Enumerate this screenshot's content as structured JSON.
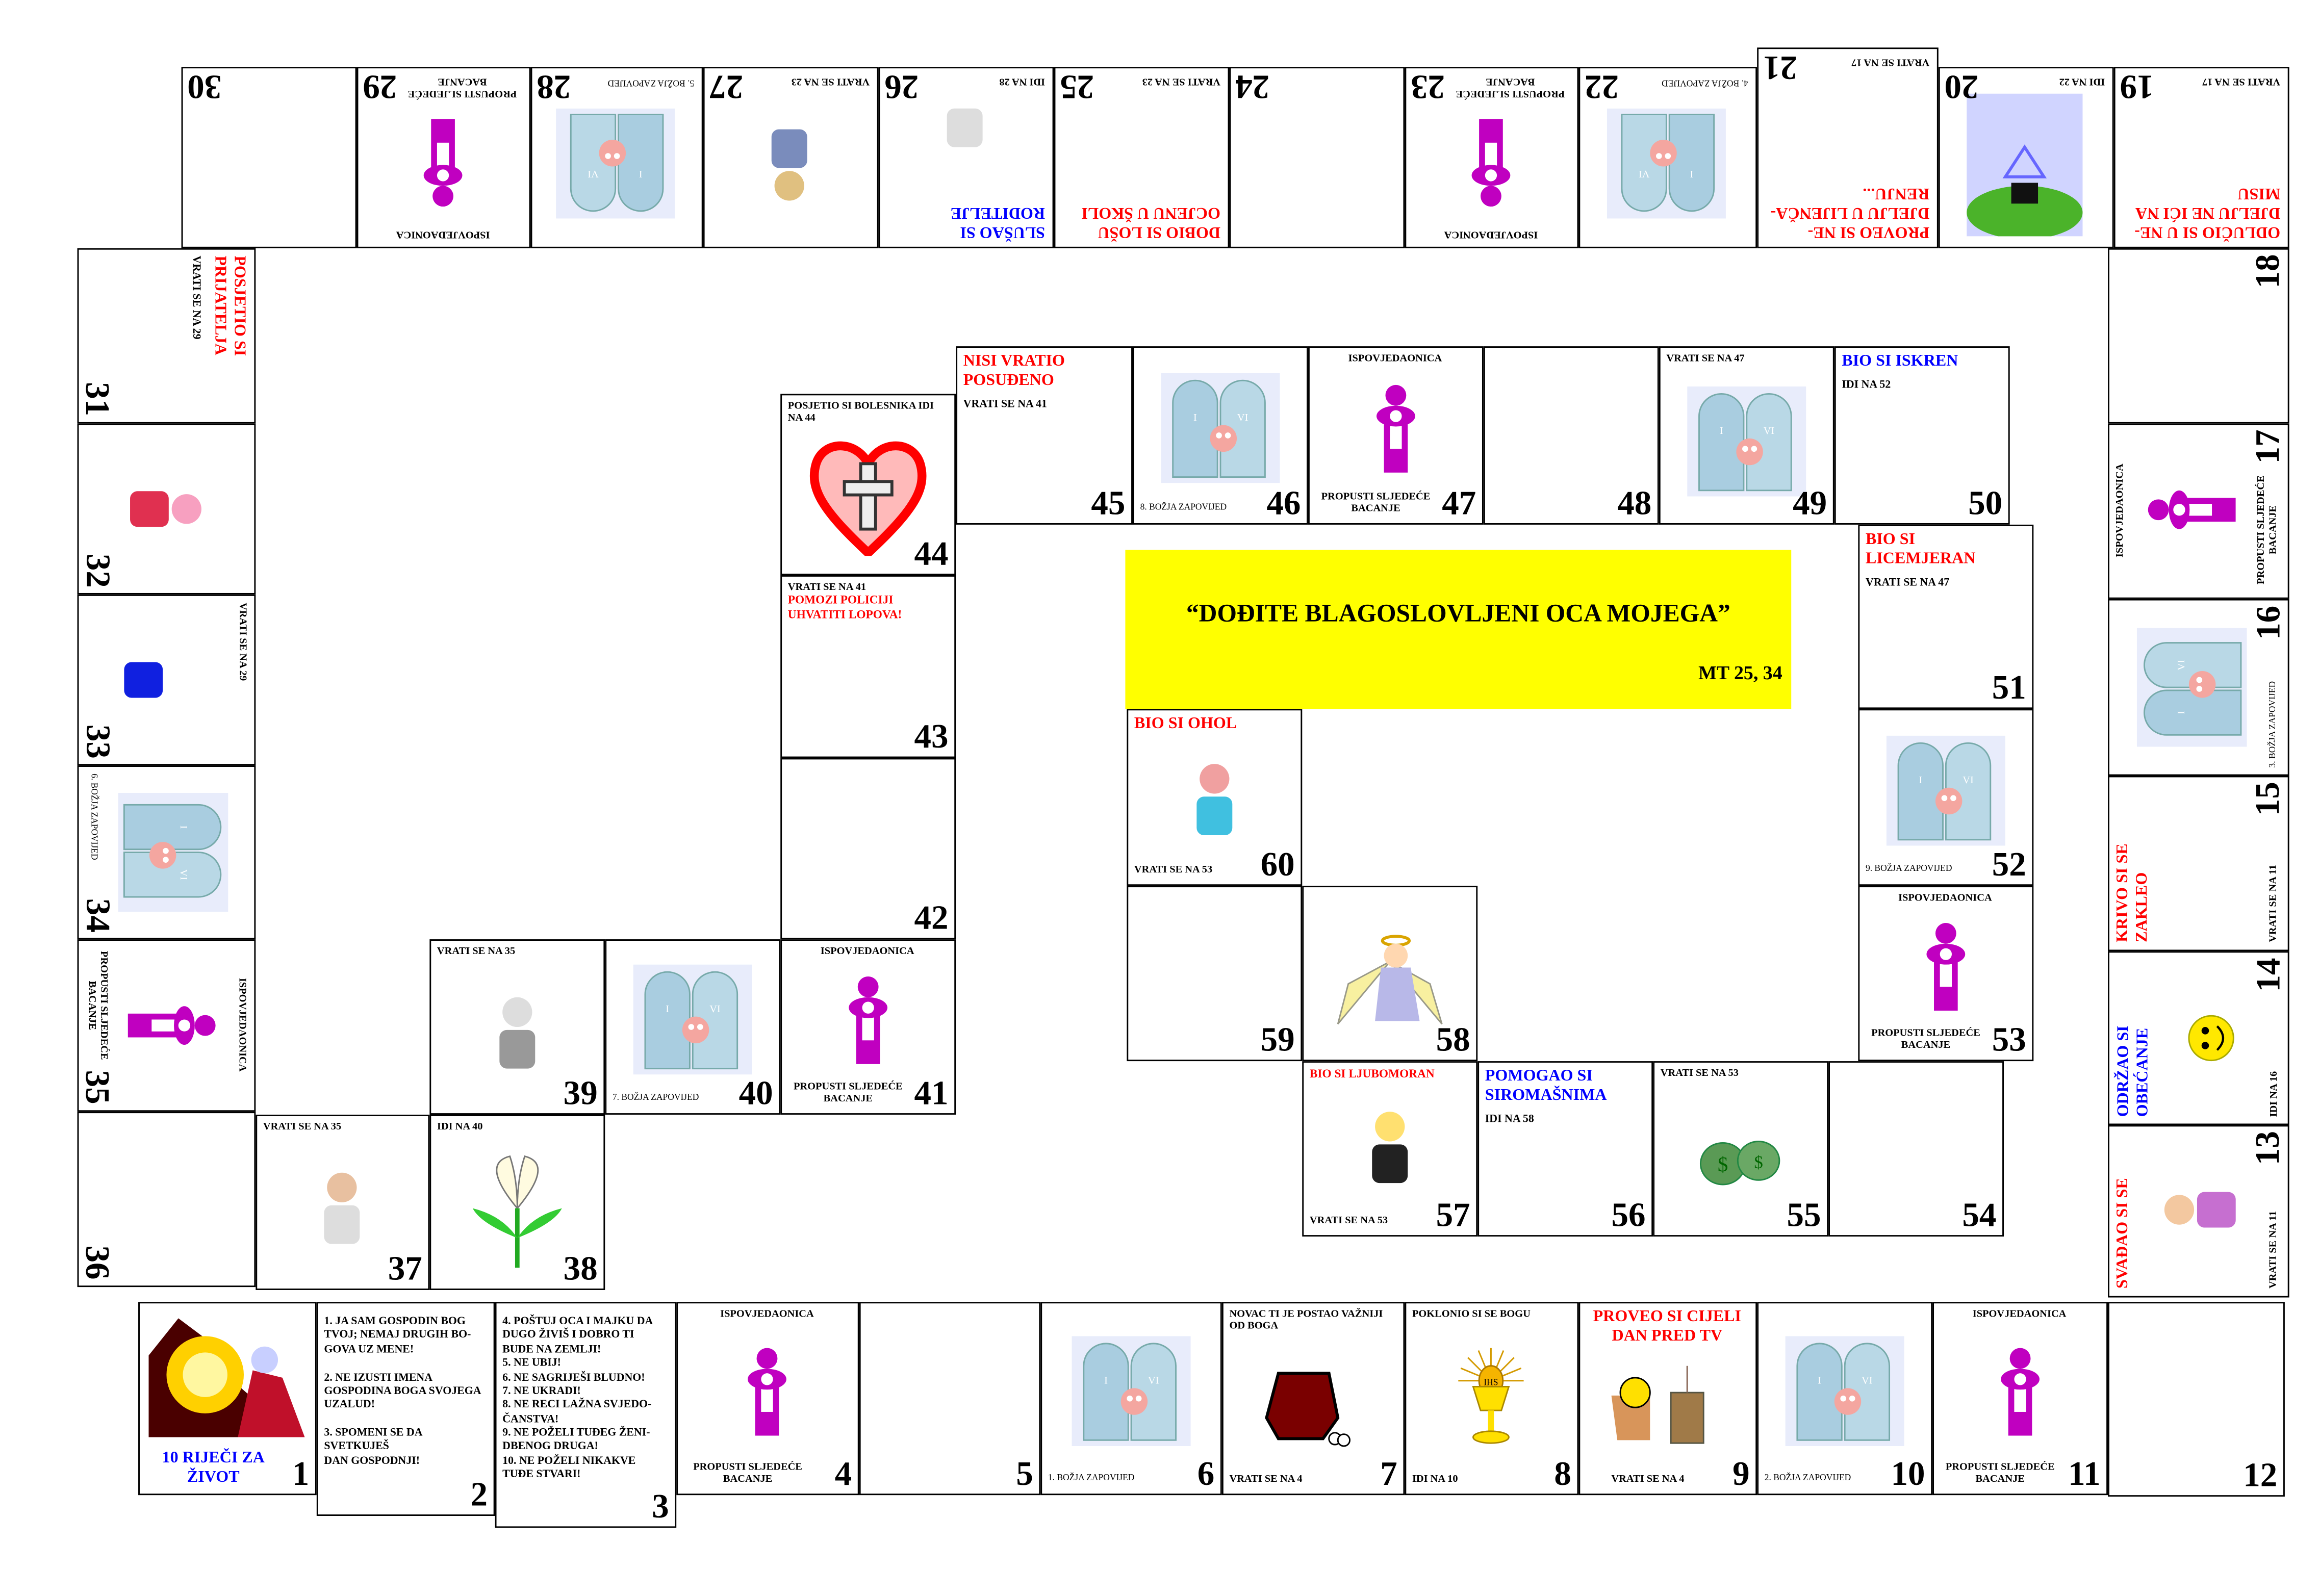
{
  "colors": {
    "red": "#ff0000",
    "blue": "#0000ff",
    "black": "#000000",
    "banner": "#ffff00",
    "confessional": "#c000c0"
  },
  "banner": {
    "quote": "“DOĐITE BLAGOSLOVLJENI OCA MOJEGA”",
    "reference": "MT 25, 34"
  },
  "cells": [
    {
      "n": "1",
      "title": "10 RIJEČI ZA ŽIVOT",
      "color": "blue",
      "icon": "moses-tablets",
      "title_below": true
    },
    {
      "n": "2",
      "mid": "1. JA SAM GOSPODIN BOG TVOJ; NEMAJ DRUGIH BO-GOVA UZ MENE!\n\n2. NE IZUSTI IMENA GOSPODINA BOGA SVOJEGA UZALUD!\n\n3. SPOMENI SE DA SVETKUJEŠ\nDAN GOSPODNJI!"
    },
    {
      "n": "3",
      "mid": "4. POŠTUJ OCA I MAJKU DA DUGO ŽIVIŠ I DOBRO TI BUDE NA ZEMLJI!\n5. NE UBIJ!\n6. NE SAGRIJEŠI BLUDNO!\n7. NE UKRADI!\n8. NE RECI LAŽNA SVJEDO-ČANSTVA!\n9. NE POŽELI TUĐEG ŽENI-DBENOG DRUGA!\n10. NE POŽELI NIKAKVE TUĐE STVARI!"
    },
    {
      "n": "4",
      "top": "ISPOVJEDAONICA",
      "icon": "confessional",
      "caption": "PROPUSTI SLJEDEĆE BACANJE",
      "centered": true
    },
    {
      "n": "5"
    },
    {
      "n": "6",
      "icon": "tablets",
      "caption": "1. BOŽJA ZAPOVIJED"
    },
    {
      "n": "7",
      "top": "NOVAC TI JE POSTAO VAŽNIJI OD BOGA",
      "icon": "purse",
      "caption": "VRATI SE NA 4"
    },
    {
      "n": "8",
      "top": "POKLONIO SI SE BOGU",
      "icon": "chalice",
      "caption": "IDI NA 10"
    },
    {
      "n": "9",
      "title": "PROVEO SI CIJELI DAN PRED TV",
      "color": "red",
      "icon": "tv",
      "caption": "VRATI SE NA 4",
      "centered": true
    },
    {
      "n": "10",
      "icon": "tablets",
      "caption": "2. BOŽJA ZAPOVIJED"
    },
    {
      "n": "11",
      "top": "ISPOVJEDAONICA",
      "icon": "confessional",
      "caption": "PROPUSTI SLJEDEĆE BACANJE",
      "centered": true
    },
    {
      "n": "12"
    },
    {
      "n": "13",
      "title": "SVAĐAO SI SE",
      "color": "red",
      "icon": "arguing-kids",
      "caption": "VRATI SE NA 11"
    },
    {
      "n": "14",
      "title": "ODRŽAO SI OBEĆANJE",
      "color": "blue",
      "icon": "smiley",
      "caption": "IDI NA 16"
    },
    {
      "n": "15",
      "title": "KRIVO SI SE ZAKLEO",
      "color": "red",
      "caption": "VRATI SE NA 11"
    },
    {
      "n": "16",
      "icon": "tablets",
      "caption": "3. BOŽJA ZAPOVIJED"
    },
    {
      "n": "17",
      "top": "ISPOVJEDAONICA",
      "icon": "confessional",
      "caption": "PROPUSTI SLJEDEĆE BACANJE",
      "centered": true
    },
    {
      "n": "18"
    },
    {
      "n": "19",
      "title": "ODLUČIO SI U NE-DJELJU NE IĆI NA MISU",
      "color": "red",
      "caption": "VRATI SE NA 17"
    },
    {
      "n": "20",
      "icon": "forest-church",
      "caption": "IDI NA 22"
    },
    {
      "n": "21",
      "title": "PROVEO SI NE-DJELJU U LIJENČA-RENJU...",
      "color": "red",
      "caption": "VRATI SE NA 17"
    },
    {
      "n": "22",
      "icon": "tablets",
      "caption": "4. BOŽJA ZAPOVIJED"
    },
    {
      "n": "23",
      "top": "ISPOVJEDAONICA",
      "icon": "confessional",
      "caption": "PROPUSTI SLJEDEĆE BACANJE",
      "centered": true
    },
    {
      "n": "24"
    },
    {
      "n": "25",
      "title": "DOBIO SI LOŠU OCJENU U ŠKOLI",
      "color": "red",
      "caption": "VRATI SE NA 23"
    },
    {
      "n": "26",
      "title": "SLUŠAO SI RODITELJE",
      "color": "blue",
      "icon": "family",
      "caption": "IDI NA 28"
    },
    {
      "n": "27",
      "icon": "fighting",
      "caption": "VRATI SE NA 23"
    },
    {
      "n": "28",
      "icon": "tablets",
      "caption": "5. BOŽJA ZAPOVIJED"
    },
    {
      "n": "29",
      "top": "ISPOVJEDAONICA",
      "icon": "confessional",
      "caption": "PROPUSTI SLJEDEĆE BACANJE",
      "centered": true
    },
    {
      "n": "30"
    },
    {
      "n": "31",
      "title": "POSJETIO SI PRIJATELJA",
      "color": "red",
      "mid": "VRATI SE NA 29"
    },
    {
      "n": "32",
      "icon": "kissing-figures"
    },
    {
      "n": "33",
      "top": "VRATI SE NA 29",
      "icon": "running-figure"
    },
    {
      "n": "34",
      "icon": "tablets",
      "caption": "6. BOŽJA ZAPOVIJED"
    },
    {
      "n": "35",
      "top": "ISPOVJEDAONICA",
      "icon": "confessional",
      "caption": "PROPUSTI SLJEDEĆE BACANJE",
      "centered": true
    },
    {
      "n": "36"
    },
    {
      "n": "37",
      "top": "VRATI SE NA 35",
      "icon": "preacher"
    },
    {
      "n": "38",
      "top": "IDI NA 40",
      "icon": "lily"
    },
    {
      "n": "39",
      "top": "VRATI SE NA 35",
      "icon": "crossed-out-figure"
    },
    {
      "n": "40",
      "icon": "tablets",
      "caption": "7. BOŽJA ZAPOVIJED"
    },
    {
      "n": "41",
      "top": "ISPOVJEDAONICA",
      "icon": "confessional",
      "caption": "PROPUSTI SLJEDEĆE BACANJE",
      "centered": true
    },
    {
      "n": "42"
    },
    {
      "n": "43",
      "top": "VRATI SE NA 41",
      "title": "POMOZI POLICIJI UHVATITI LOPOVA!",
      "color": "red",
      "small_title": true
    },
    {
      "n": "44",
      "top": "POSJETIO SI BOLESNIKA IDI NA 44",
      "icon": "heart-cross"
    },
    {
      "n": "45",
      "title": "NISI VRATIO POSUĐENO",
      "color": "red",
      "mid": "VRATI SE NA 41"
    },
    {
      "n": "46",
      "icon": "tablets",
      "caption": "8. BOŽJA ZAPOVIJED"
    },
    {
      "n": "47",
      "top": "ISPOVJEDAONICA",
      "icon": "confessional",
      "caption": "PROPUSTI SLJEDEĆE BACANJE",
      "centered": true
    },
    {
      "n": "48"
    },
    {
      "n": "49",
      "top": "VRATI SE NA 47",
      "icon": "tablets"
    },
    {
      "n": "50",
      "title": "BIO SI ISKREN",
      "color": "blue",
      "mid": "IDI NA 52"
    },
    {
      "n": "51",
      "title": "BIO SI LICEMJERAN",
      "color": "red",
      "mid": "VRATI SE NA 47"
    },
    {
      "n": "52",
      "icon": "tablets",
      "caption": "9. BOŽJA ZAPOVIJED"
    },
    {
      "n": "53",
      "top": "ISPOVJEDAONICA",
      "icon": "confessional",
      "caption": "PROPUSTI SLJEDEĆE BACANJE",
      "centered": true
    },
    {
      "n": "54"
    },
    {
      "n": "55",
      "top": "VRATI SE NA 53",
      "icon": "money-bags"
    },
    {
      "n": "56",
      "title": "POMOGAO SI SIROMAŠNIMA",
      "color": "blue",
      "mid": "IDI NA 58"
    },
    {
      "n": "57",
      "title": "BIO SI LJUBOMORAN",
      "color": "red",
      "small_title": true,
      "icon": "jealous-boy",
      "caption": "VRATI SE NA 53"
    },
    {
      "n": "58",
      "icon": "angel"
    },
    {
      "n": "59"
    },
    {
      "n": "60",
      "title": "BIO SI OHOL",
      "color": "red",
      "icon": "proud-figure",
      "caption": "VRATI SE NA 53"
    }
  ]
}
